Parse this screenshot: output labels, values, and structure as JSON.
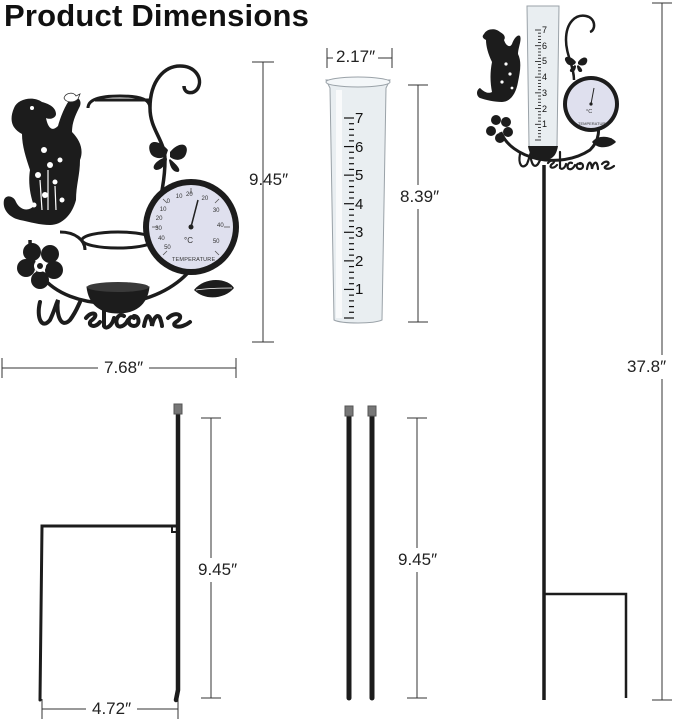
{
  "title": "Product Dimensions",
  "colors": {
    "metal": "#1c1c1c",
    "dimension_line": "#333333",
    "tube_glass": "#e9eef1",
    "gauge_face": "#dfe0ee",
    "text": "#222222"
  },
  "dimensions": {
    "decor_height": "9.45″",
    "decor_width": "7.68″",
    "tube_diameter": "2.17″",
    "tube_height": "8.39″",
    "total_height": "37.8″",
    "stake_height": "9.45″",
    "stake_width": "4.72″",
    "rod_height": "9.45″"
  },
  "tube": {
    "scale_numbers": [
      "7",
      "6",
      "5",
      "4",
      "3",
      "2",
      "1"
    ]
  },
  "small_tube": {
    "scale_numbers": [
      "7",
      "6",
      "5",
      "4",
      "3",
      "2",
      "1"
    ]
  },
  "thermometer": {
    "left_scale": [
      "50",
      "40",
      "30",
      "20",
      "10",
      "0",
      "10",
      "20"
    ],
    "right_scale": [
      "20",
      "30",
      "40",
      "50"
    ],
    "unit": "°C",
    "label": "TEMPERATURE"
  },
  "small_thermometer": {
    "unit": "°C",
    "label": "TEMPERATURE"
  },
  "icons": [
    "dog-silhouette-icon",
    "butterfly-icon",
    "flower-icon",
    "leaf-icon",
    "welcome-script-icon"
  ]
}
